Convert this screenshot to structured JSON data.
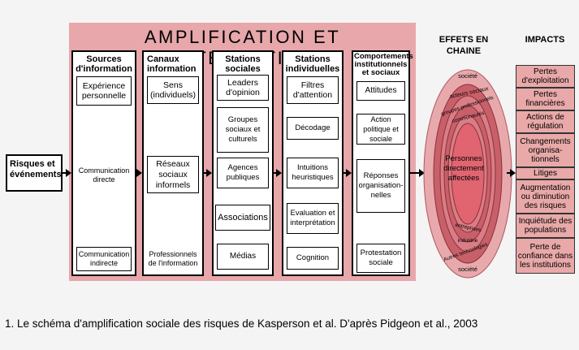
{
  "title": "AMPLIFICATION ET ATTENUATION",
  "input": "Risques et événements",
  "columns": [
    {
      "head": "Sources d'information",
      "items": [
        "Expérience personnelle",
        "Communication directe",
        "Communication indirecte"
      ]
    },
    {
      "head": "Canaux information",
      "items": [
        "Sens (individuels)",
        "Réseaux sociaux informels",
        "Professionnels de l'information"
      ]
    },
    {
      "head": "Stations sociales",
      "items": [
        "Leaders d'opinion",
        "Groupes sociaux et culturels",
        "Agences publiques",
        "Associations",
        "Médias"
      ]
    },
    {
      "head": "Stations individuelles",
      "items": [
        "Filtres d'attention",
        "Décodage",
        "Intuitions heuristiques",
        "Evaluation et interprétation",
        "Cognition"
      ]
    },
    {
      "head": "Comportements institutionnels et sociaux",
      "items": [
        "Attitudes",
        "Action politique et sociale",
        "Réponses organisation-nelles",
        "Protestation sociale"
      ]
    }
  ],
  "effects": {
    "header": "EFFETS EN CHAINE",
    "center": "Personnes directement affectées",
    "ring_labels": [
      "société",
      "acteurs sociaux",
      "groupes professionnels",
      "communautés",
      "entreprises",
      "industrie",
      "Autres technologies",
      "société"
    ]
  },
  "impacts": {
    "header": "IMPACTS",
    "items": [
      "Pertes d'exploitation",
      "Pertes financières",
      "Actions de régulation",
      "Changements organisa-tionnels",
      "Litiges",
      "Augmentation ou diminution des risques",
      "Inquiétude des populations",
      "Perte de confiance dans les institutions"
    ]
  },
  "caption": "1. Le schéma d'amplification sociale des risques de Kasperson et al. D'après Pidgeon et al., 2003",
  "colors": {
    "banner": "#e7a7ab",
    "ring_outer": "#e8a9ac",
    "ring_dark": "#c8606a",
    "impact_fill": "#e9a9a9"
  }
}
